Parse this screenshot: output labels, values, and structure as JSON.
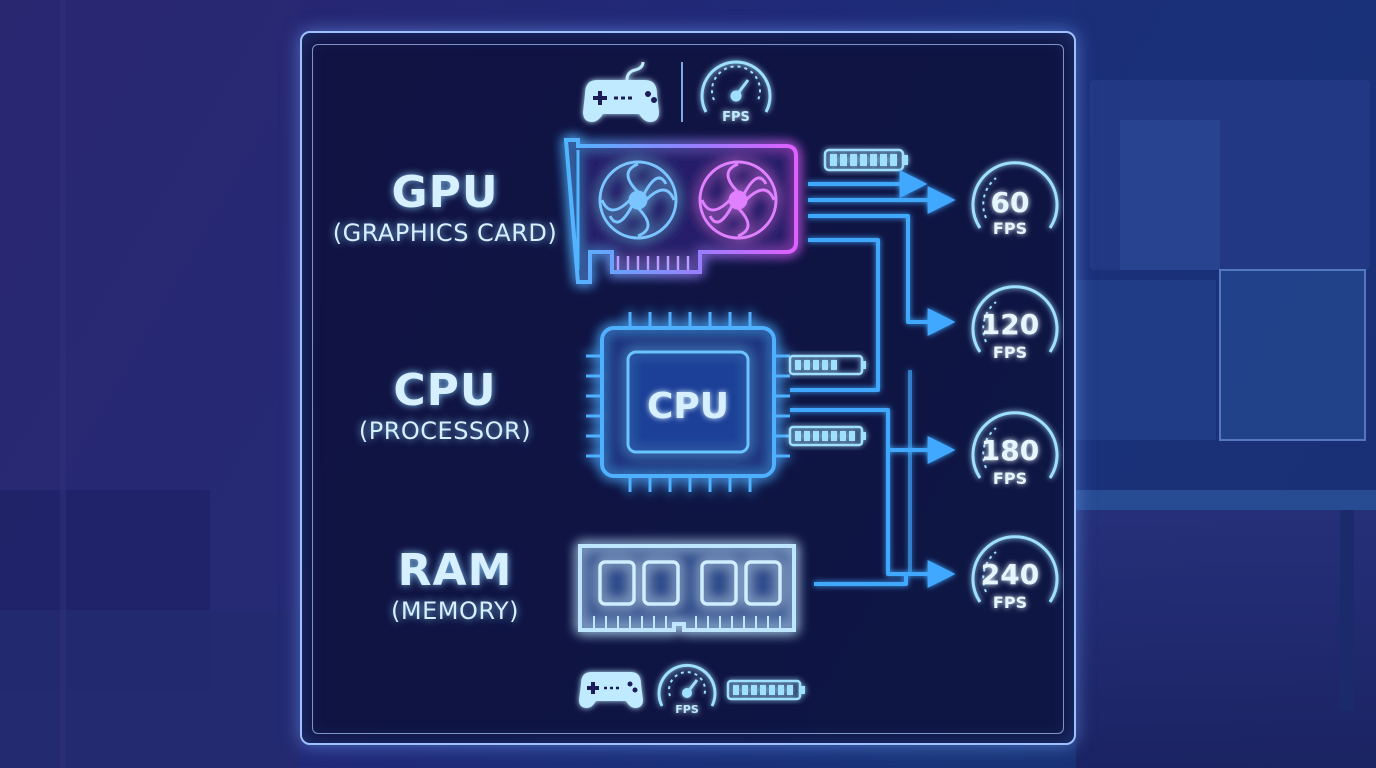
{
  "components": [
    {
      "name": "GPU",
      "sub": "(GRAPHICS CARD)"
    },
    {
      "name": "CPU",
      "sub": "(PROCESSOR)"
    },
    {
      "name": "RAM",
      "sub": "(MEMORY)"
    }
  ],
  "cpu_chip_text": "CPU",
  "top_gauge_label": "FPS",
  "bottom_gauge_label": "FPS",
  "fps_targets": [
    {
      "value": "60",
      "unit": "FPS"
    },
    {
      "value": "120",
      "unit": "FPS"
    },
    {
      "value": "180",
      "unit": "FPS"
    },
    {
      "value": "240",
      "unit": "FPS"
    }
  ],
  "colors": {
    "gpu_glow": "#c060ff",
    "cyan_glow": "#5fc8ff",
    "arrow": "#3fa8ff",
    "text": "#d6f0ff"
  },
  "icons": [
    "gamepad-icon",
    "speedometer-icon",
    "battery-icon",
    "soundwave-icon"
  ]
}
